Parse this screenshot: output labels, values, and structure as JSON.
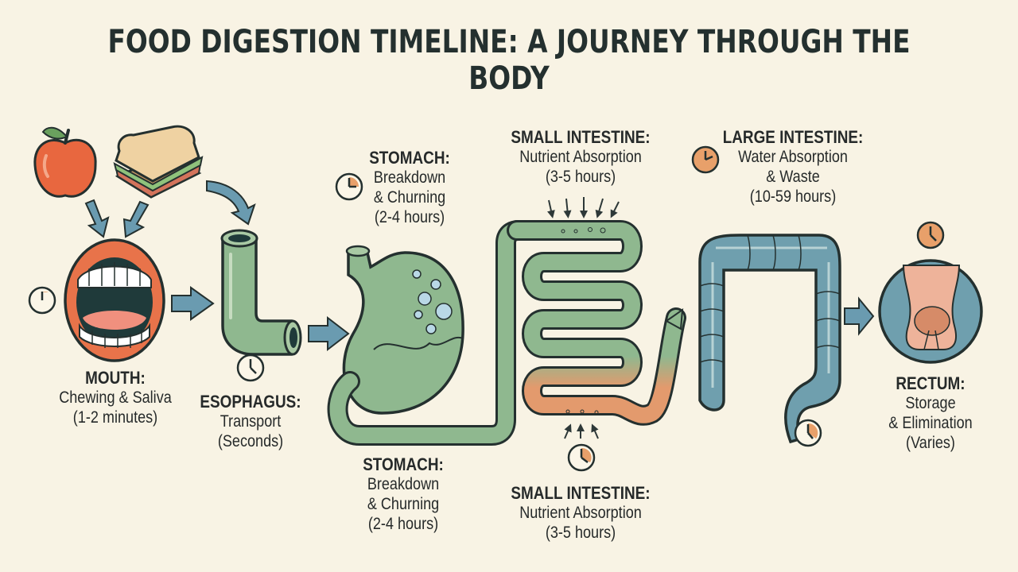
{
  "title": "FOOD DIGESTION TIMELINE: A JOURNEY THROUGH THE BODY",
  "colors": {
    "background": "#f8f3e4",
    "organ_green": "#8fb88f",
    "organ_blue": "#6f9fae",
    "arrow_blue": "#6a9bb0",
    "clock_orange": "#e8a06a",
    "mouth_orange": "#e8734a",
    "outline": "#24302f"
  },
  "stages": [
    {
      "id": "mouth",
      "name": "MOUTH:",
      "process": "Chewing & Saliva",
      "duration": "(1-2 minutes)",
      "icon": "mouth-icon"
    },
    {
      "id": "esophagus",
      "name": "ESOPHAGUS:",
      "process": "Transport",
      "duration": "(Seconds)",
      "icon": "esophagus-icon"
    },
    {
      "id": "stomach_top",
      "name": "STOMACH:",
      "process": "Breakdown",
      "process2": "& Churning",
      "duration": "(2-4 hours)",
      "icon": "stomach-icon"
    },
    {
      "id": "small_intestine_top",
      "name": "SMALL INTESTINE:",
      "process": "Nutrient Absorption",
      "duration": "(3-5 hours)",
      "icon": "small-intestine-icon"
    },
    {
      "id": "large_intestine",
      "name": "LARGE INTESTINE:",
      "process": "Water Absorption",
      "process2": "& Waste",
      "duration": "(10-59 hours)",
      "icon": "large-intestine-icon"
    },
    {
      "id": "rectum",
      "name": "RECTUM:",
      "process": "Storage",
      "process2": "& Elimination",
      "duration": "(Varies)",
      "icon": "rectum-icon"
    },
    {
      "id": "stomach_bottom",
      "name": "STOMACH:",
      "process": "Breakdown",
      "process2": "& Churning",
      "duration": "(2-4 hours)"
    },
    {
      "id": "small_intestine_bottom",
      "name": "SMALL INTESTINE:",
      "process": "Nutrient Absorption",
      "duration": "(3-5 hours)"
    }
  ],
  "food_items": [
    "apple-icon",
    "sandwich-icon"
  ]
}
